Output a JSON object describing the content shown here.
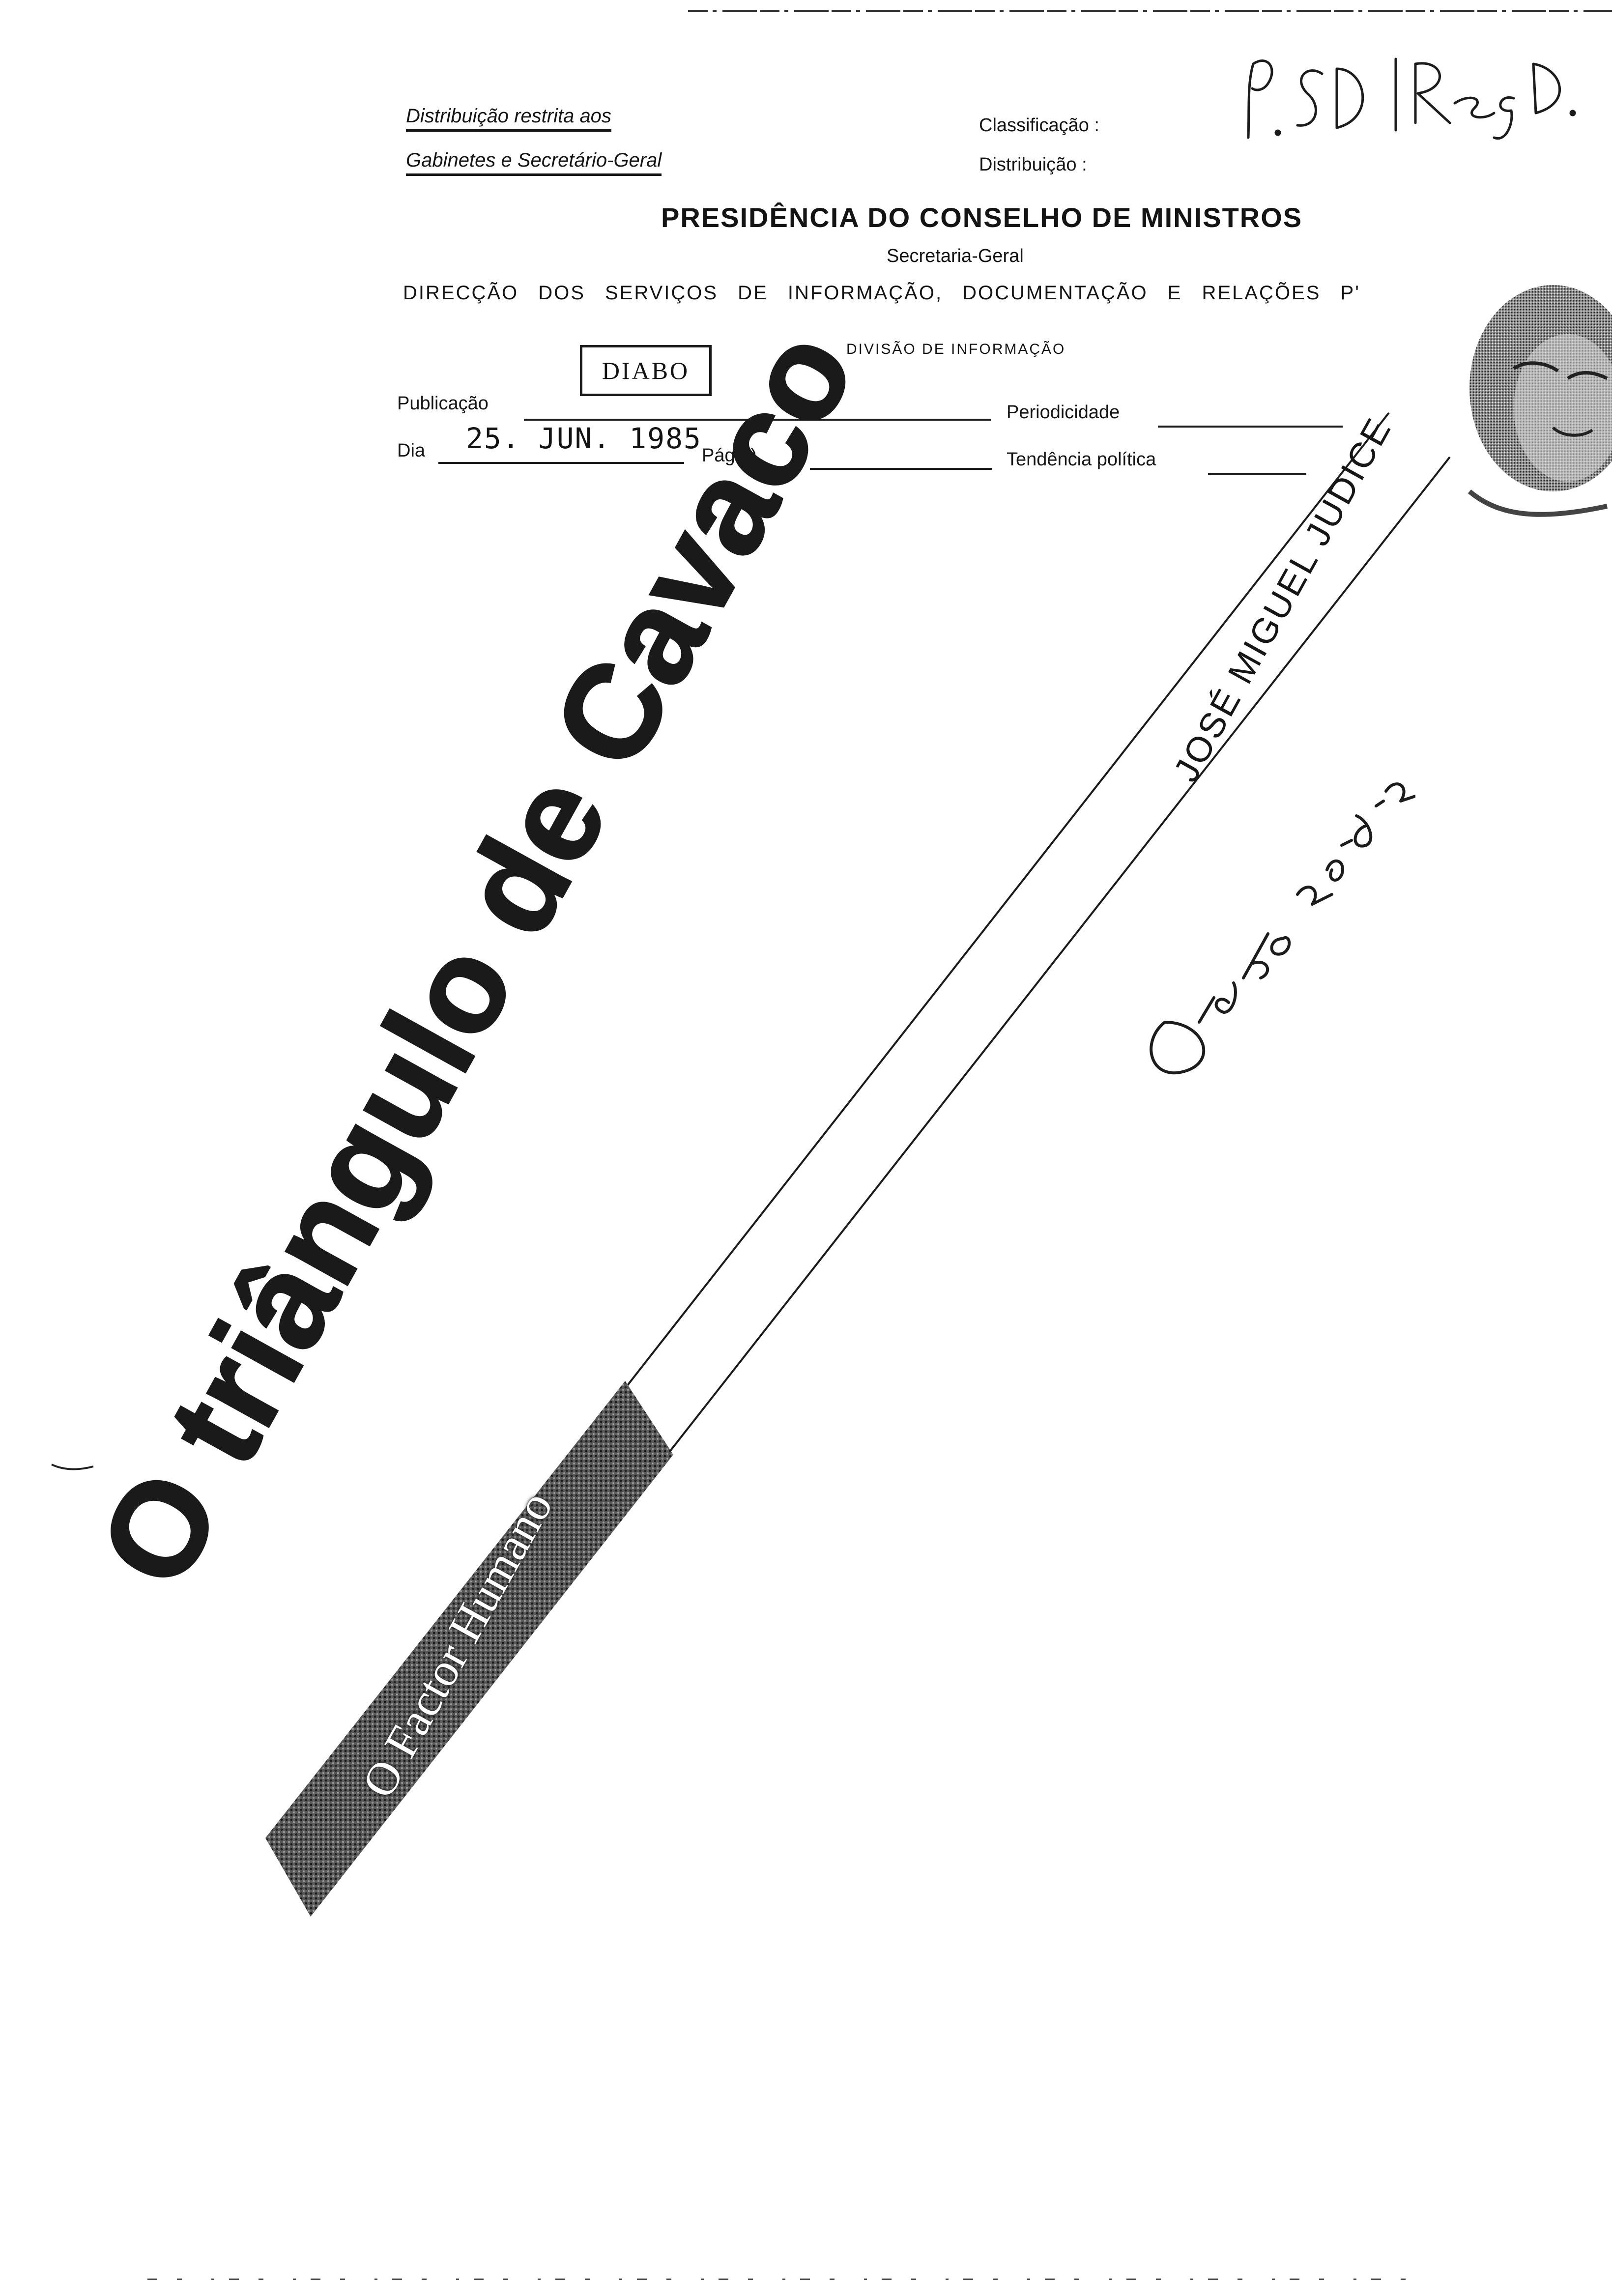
{
  "distribution_note": {
    "line1": "Distribuição restrita aos",
    "line2": "Gabinetes e Secretário-Geral"
  },
  "meta": {
    "classificacao": "Classificação :",
    "distribuicao": "Distribuição :"
  },
  "handwritten_top": "P. SD | Reg. D.",
  "organization": {
    "title": "PRESIDÊNCIA DO CONSELHO DE MINISTROS",
    "subtitle": "Secretaria-Geral",
    "direction": "DIRECÇÃO DOS SERVIÇOS DE INFORMAÇÃO, DOCUMENTAÇÃO E RELAÇÕES P'",
    "division": "DIVISÃO DE INFORMAÇÃO"
  },
  "form": {
    "stamp": "DIABO",
    "publicacao_label": "Publicação",
    "periodicidade_label": "Periodicidade",
    "dia_label": "Dia",
    "dia_value": "25. JUN. 1985",
    "pags_label": "Pág(s).",
    "tendencia_label": "Tendência política"
  },
  "article": {
    "section": "O Factor Humano",
    "headline": "O triângulo de Cavaco",
    "byline": "JOSÉ MIGUEL JUDICE",
    "handwritten_note": "Diabo 25-6-82"
  },
  "colors": {
    "ink": "#141414",
    "paper": "#ffffff",
    "section_band": "#3a3a3a"
  }
}
